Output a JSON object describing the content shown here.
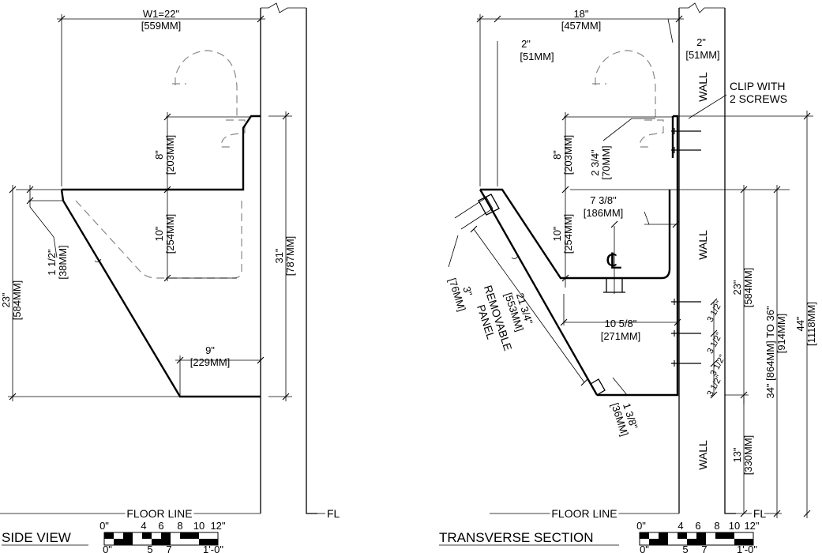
{
  "side_view": {
    "title": "SIDE VIEW",
    "floor_line": "FLOOR LINE",
    "fl": "FL",
    "w1_in": "W1=22\"",
    "w1_mm": "[559MM]",
    "d8_in": "8\"",
    "d8_mm": "[203MM]",
    "d10_in": "10\"",
    "d10_mm": "[254MM]",
    "d31_in": "31\"",
    "d31_mm": "[787MM]",
    "d23_in": "23\"",
    "d23_mm": "[584MM]",
    "d112_in": "1 1/2\"",
    "d112_mm": "[38MM]",
    "d9_in": "9\"",
    "d9_mm": "[229MM]"
  },
  "transverse": {
    "title": "TRANSVERSE SECTION",
    "floor_line": "FLOOR LINE",
    "fl": "FL",
    "d18_in": "18\"",
    "d18_mm": "[457MM]",
    "d2l_in": "2\"",
    "d2l_mm": "[51MM]",
    "d2r_in": "2\"",
    "d2r_mm": "[51MM]",
    "wall": "WALL",
    "clip_line1": "CLIP WITH",
    "clip_line2": "2 SCREWS",
    "d8_in": "8\"",
    "d8_mm": "[203MM]",
    "d234_in": "2 3/4\"",
    "d234_mm": "[70MM]",
    "d738_in": "7 3/8\"",
    "d738_mm": "[186MM]",
    "d10_in": "10\"",
    "d10_mm": "[254MM]",
    "centerline": "℄",
    "d3_in": "3\"",
    "d3_mm": "[76MM]",
    "d2134_in": "21 3/4\"",
    "d2134_mm": "[553MM]",
    "panel_line1": "REMOVABLE",
    "panel_line2": "PANEL",
    "d1058_in": "10 5/8\"",
    "d1058_mm": "[271MM]",
    "d138_in": "1 3/8\"",
    "d138_mm": "[36MM]",
    "d23_in": "23\"",
    "d23_mm": "[584MM]",
    "d34_text": "34\" [864MM] TO  36\"",
    "d34_mm": "[914MM]",
    "d44_in": "44\"",
    "d44_mm": "[1118MM]",
    "d13_in": "13\"",
    "d13_mm": "[330MM]",
    "screw_spacing": [
      "3 1/2\"",
      "3 1/2\"",
      "3 1/2\"",
      "3 1/2\""
    ]
  },
  "scale_bar": {
    "top_ticks": [
      "0\"",
      "4",
      "6",
      "8",
      "10",
      "12\""
    ],
    "bottom_ticks": [
      "0\"",
      "5",
      "7",
      "1'-0\""
    ]
  }
}
